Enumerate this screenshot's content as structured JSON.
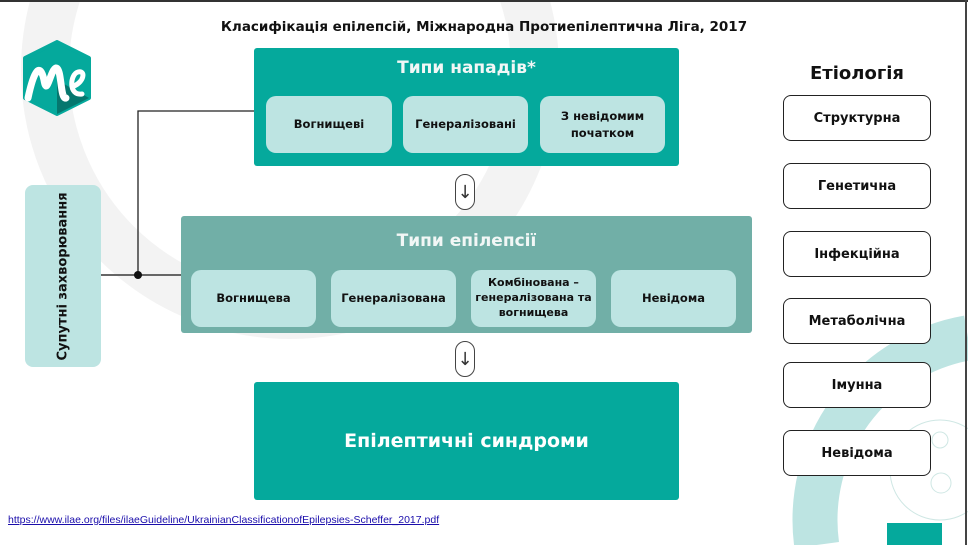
{
  "title": "Класифікація епілепсій, Міжнародна Протиепілептична Ліга, 2017",
  "logo_text": "Me",
  "seizure_types": {
    "title": "Типи нападів*",
    "items": [
      "Вогнищеві",
      "Генералізовані",
      "З невідомим початком"
    ]
  },
  "epilepsy_types": {
    "title": "Типи епілепсії",
    "items": [
      "Вогнищева",
      "Генералізована",
      "Комбінована – генералізована та вогнищева",
      "Невідома"
    ]
  },
  "syndromes": {
    "title": "Епілептичні синдроми"
  },
  "comorbidities": "Супутні захворювання",
  "etiology": {
    "title": "Етіологія",
    "items": [
      "Структурна",
      "Генетична",
      "Інфекційна",
      "Метаболічна",
      "Імунна",
      "Невідома"
    ]
  },
  "arrow_glyph": "↓",
  "link": "https://www.ilae.org/files/ilaeGuideline/UkrainianClassificationofEpilepsies-Scheffer_2017.pdf",
  "colors": {
    "teal": "#05a99c",
    "muted_teal": "#71afa7",
    "light_teal": "#bde4e2"
  }
}
